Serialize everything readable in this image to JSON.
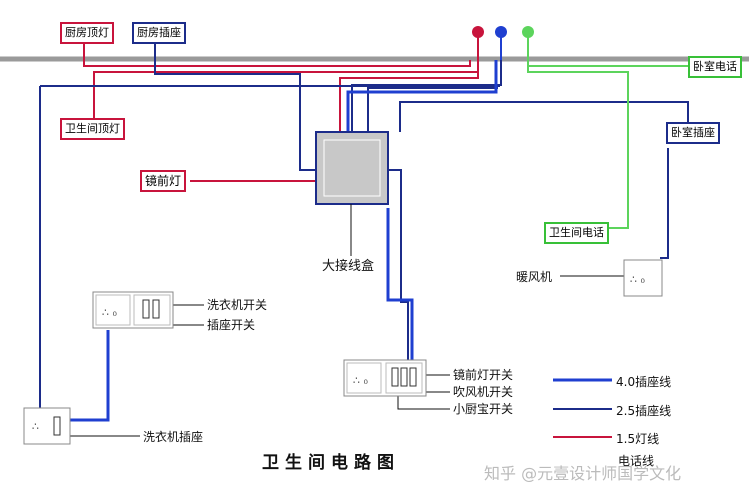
{
  "title": "卫生间电路图",
  "watermark": "知乎 @元壹设计师国学文化",
  "junction_box": "大接线盒",
  "labels": {
    "kitchen_ceiling_light": "厨房顶灯",
    "kitchen_socket": "厨房插座",
    "bathroom_ceiling_light": "卫生间顶灯",
    "mirror_light": "镜前灯",
    "bedroom_phone": "卧室电话",
    "bedroom_socket": "卧室插座",
    "bathroom_phone": "卫生间电话",
    "heater_fan": "暖风机",
    "washer_switch": "洗衣机开关",
    "socket_switch": "插座开关",
    "washer_socket": "洗衣机插座",
    "mirror_light_switch": "镜前灯开关",
    "blower_switch": "吹风机开关",
    "kitchen_treasure_switch": "小厨宝开关"
  },
  "legend": [
    {
      "label": "4.0插座线",
      "color": "#1f3fd0"
    },
    {
      "label": "2.5插座线",
      "color": "#1c2c8a"
    },
    {
      "label": "1.5灯线",
      "color": "#c8143c"
    },
    {
      "label": "电话线",
      "color": "#38c038"
    }
  ],
  "colors": {
    "red_wire": "#c8143c",
    "blue_wire": "#1c2c8a",
    "bright_blue_wire": "#1f3fd0",
    "green_wire": "#38c038",
    "main_bar": "#9a9a9a",
    "junction_fill": "#c8c8c8"
  }
}
